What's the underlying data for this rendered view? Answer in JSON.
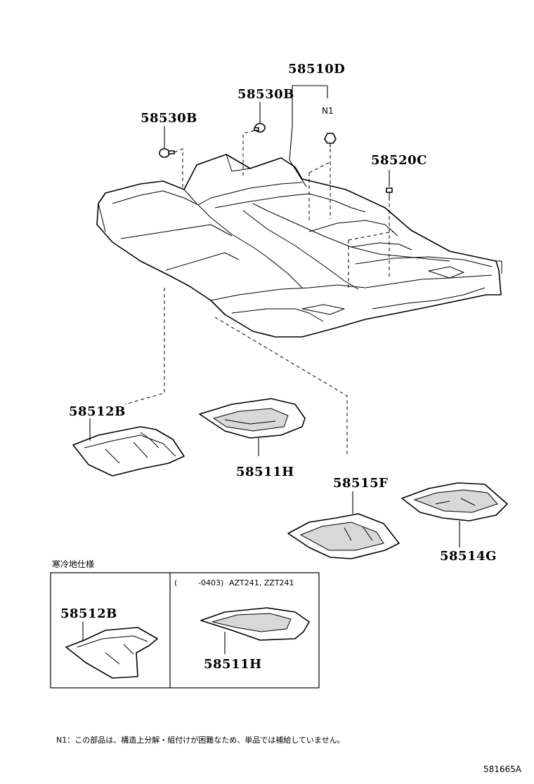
{
  "labels": {
    "p58510D": "58510D",
    "n1": "N1",
    "p58530B_upper": "58530B",
    "p58530B_left": "58530B",
    "p58520C": "58520C",
    "p58512B": "58512B",
    "p58511H": "58511H",
    "p58515F": "58515F",
    "p58514G": "58514G",
    "p58512B_box": "58512B",
    "p58511H_box": "58511H"
  },
  "inset": {
    "cold_spec": "寒冷地仕様",
    "condition_paren_open": "(",
    "condition_date": "-0403)",
    "condition_models": "AZT241, ZZT241"
  },
  "footnote": "N1：この部品は、構造上分解・組付けが困難なため、単品では補給していません。",
  "diagram_id": "581665A"
}
